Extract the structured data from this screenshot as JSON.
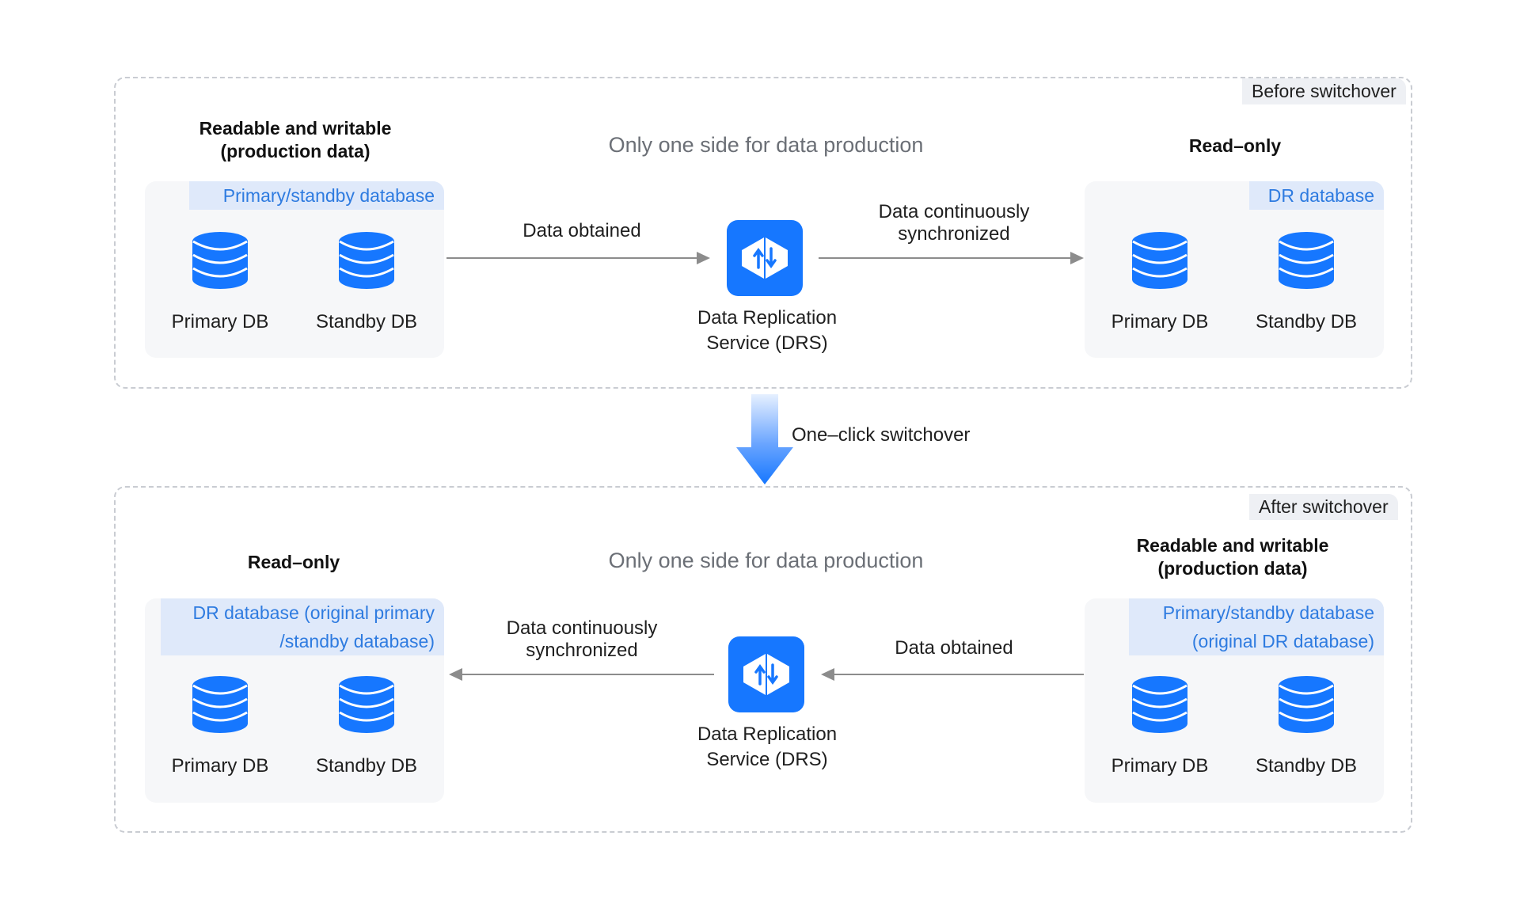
{
  "before": {
    "stage_tag": "Before switchover",
    "center_note": "Only one side for data production",
    "left": {
      "heading": "Readable and writable\n(production data)",
      "panel_tag": "Primary/standby database",
      "primary_label": "Primary DB",
      "standby_label": "Standby DB"
    },
    "right": {
      "heading": "Read–only",
      "panel_tag": "DR database",
      "primary_label": "Primary DB",
      "standby_label": "Standby DB"
    },
    "edge_in_label": "Data obtained",
    "edge_out_label": "Data continuously\nsynchronized",
    "drs_label": "Data Replication\nService (DRS)"
  },
  "switchover_label": "One–click switchover",
  "after": {
    "stage_tag": "After switchover",
    "center_note": "Only one side for data production",
    "left": {
      "heading": "Read–only",
      "panel_tag": "DR database (original primary\n/standby database)",
      "primary_label": "Primary DB",
      "standby_label": "Standby DB"
    },
    "right": {
      "heading": "Readable and writable\n(production data)",
      "panel_tag": "Primary/standby database\n(original DR database)",
      "primary_label": "Primary DB",
      "standby_label": "Standby DB"
    },
    "edge_in_label": "Data obtained",
    "edge_out_label": "Data continuously\nsynchronized",
    "drs_label": "Data Replication\nService (DRS)"
  },
  "colors": {
    "accent": "#1677ff",
    "tag_blue_text": "#2e7be0",
    "tag_blue_bg": "#dfe9fa",
    "panel_bg": "#f6f7f9",
    "frame_border": "#c9ccd2",
    "arrow": "#8c8c8c"
  },
  "icons": {
    "database": "database-icon",
    "drs": "drs-replication-icon",
    "switchover": "down-arrow-icon"
  }
}
